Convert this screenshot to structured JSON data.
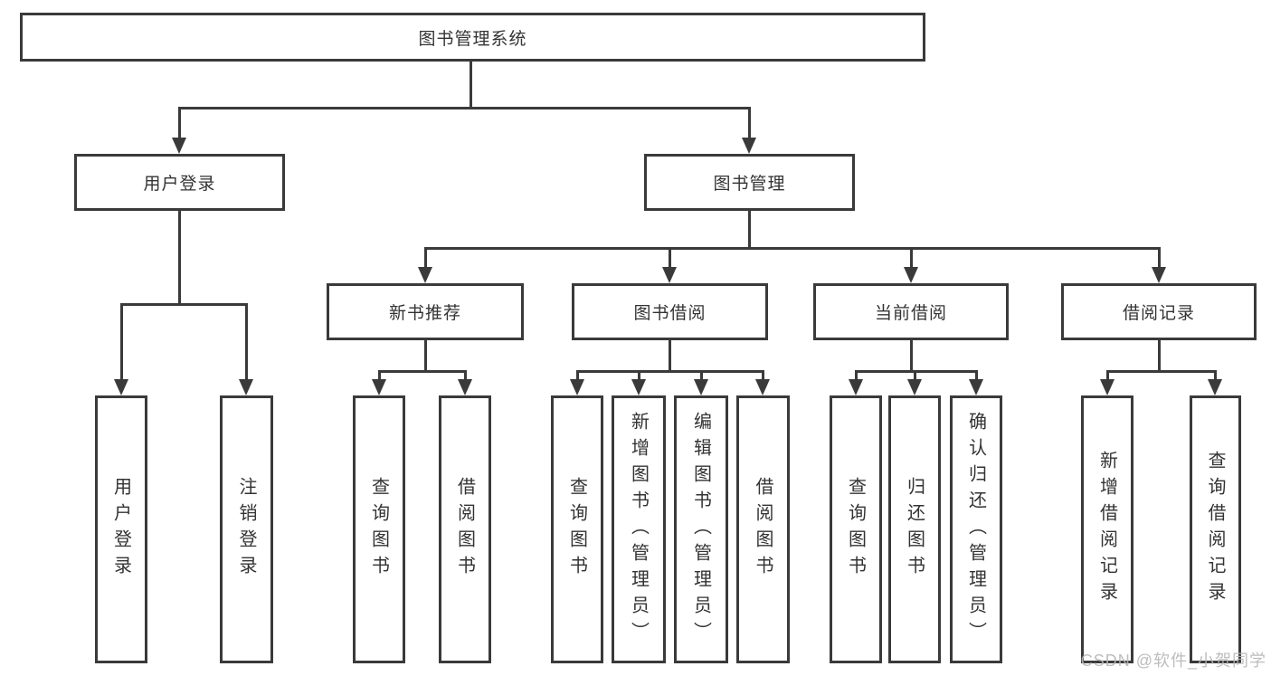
{
  "colors": {
    "line": "#3a3a3a",
    "text": "#333333",
    "watermark": "#b6b6b6",
    "background": "#ffffff"
  },
  "icons": {
    "arrow_down": "filled triangle connector arrowhead"
  },
  "diagram": {
    "root": {
      "label": "图书管理系统"
    },
    "level2": [
      {
        "label": "用户登录"
      },
      {
        "label": "图书管理"
      }
    ],
    "level3": [
      {
        "label": "新书推荐"
      },
      {
        "label": "图书借阅"
      },
      {
        "label": "当前借阅"
      },
      {
        "label": "借阅记录"
      }
    ],
    "leaves": {
      "user_login": [
        {
          "label": "用户登录"
        },
        {
          "label": "注销登录"
        }
      ],
      "new_book": [
        {
          "label": "查询图书"
        },
        {
          "label": "借阅图书"
        }
      ],
      "book_borrow": [
        {
          "label": "查询图书"
        },
        {
          "label": "新增图书（管理员）"
        },
        {
          "label": "编辑图书（管理员）"
        },
        {
          "label": "借阅图书"
        }
      ],
      "current_borrow": [
        {
          "label": "查询图书"
        },
        {
          "label": "归还图书"
        },
        {
          "label": "确认归还（管理员）"
        }
      ],
      "borrow_record": [
        {
          "label": "新增借阅记录"
        },
        {
          "label": "查询借阅记录"
        }
      ]
    }
  },
  "watermark": {
    "text": "CSDN @软件_小贺同学"
  }
}
